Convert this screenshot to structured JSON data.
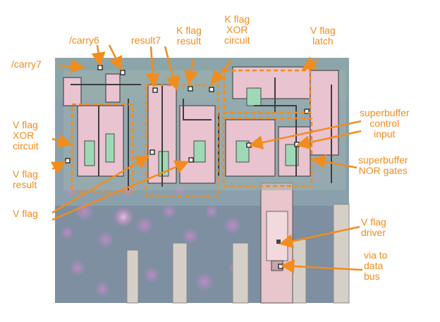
{
  "accent_color": "#f28c1c",
  "labels": {
    "carry7": "/carry7",
    "carry6": "/carry6",
    "result7": "result7",
    "k_flag_result": [
      "K flag",
      "result"
    ],
    "k_flag_xor": [
      "K flag",
      "XOR",
      "circuit"
    ],
    "v_flag_latch": [
      "V flag",
      "latch"
    ],
    "v_flag_xor": [
      "V flag",
      "XOR",
      "circuit"
    ],
    "v_flag_result": [
      "V flag",
      "result"
    ],
    "v_flag": "V flag",
    "superbuffer_control": [
      "superbuffer",
      "control",
      "input"
    ],
    "superbuffer_nor": [
      "superbuffer",
      "NOR gates"
    ],
    "v_flag_driver": [
      "V flag",
      "driver"
    ],
    "via_data_bus": [
      "via to",
      "data",
      "bus"
    ]
  }
}
